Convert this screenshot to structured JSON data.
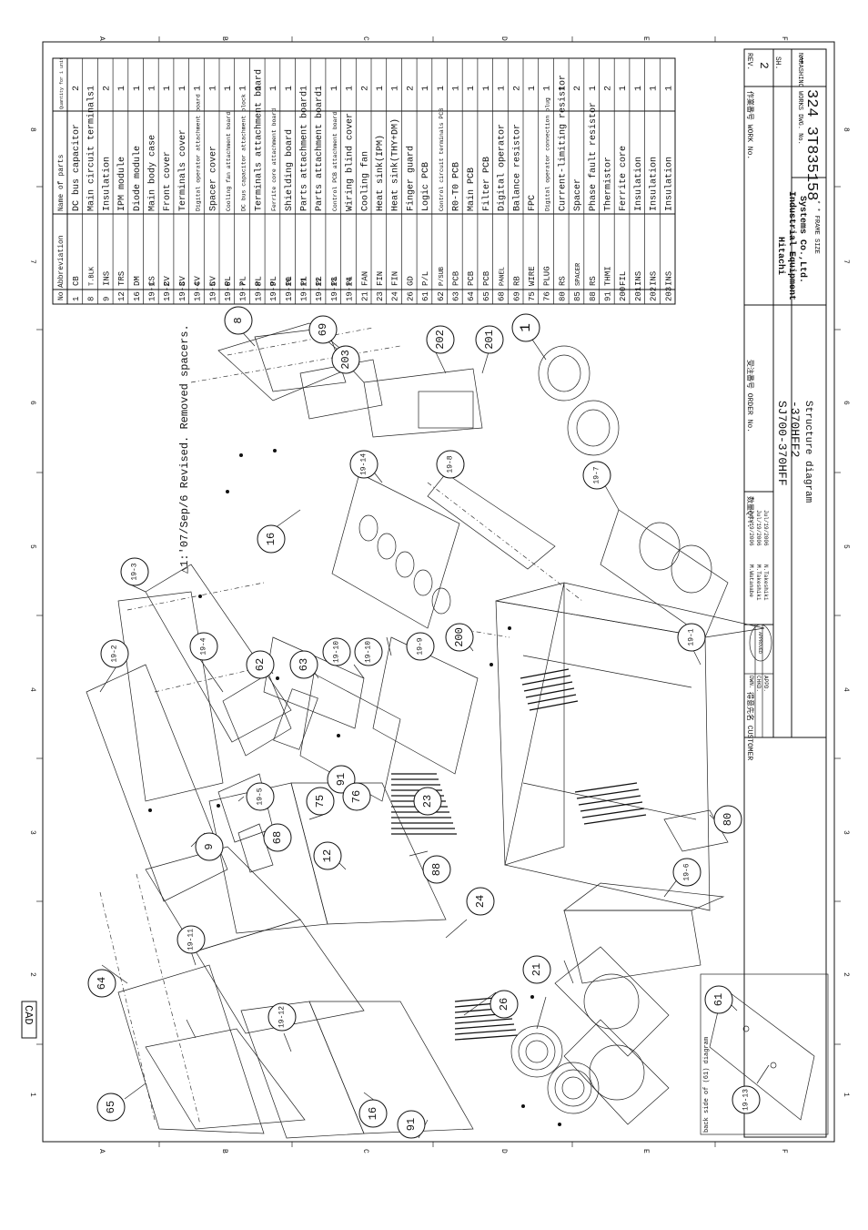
{
  "frame": {
    "columns": [
      "1",
      "2",
      "3",
      "4",
      "5",
      "6",
      "7",
      "8"
    ],
    "rows": [
      "A",
      "B",
      "C",
      "D",
      "E",
      "F"
    ],
    "cad_label": "CAD",
    "frame_size_label": "* * FRAME SIZE"
  },
  "parts_table": {
    "headers": {
      "no": "No.",
      "abbreviation": "Abbreviation",
      "name": "Name of parts",
      "qty": "Quantity for 1 unit"
    },
    "rows": [
      {
        "no": "1",
        "abbr": "CB",
        "name": "DC bus capacitor",
        "qty": "2"
      },
      {
        "no": "8",
        "abbr": "T.BLK",
        "name": "Main circuit terminals",
        "qty": "1"
      },
      {
        "no": "9",
        "abbr": "INS",
        "name": "Insulation",
        "qty": "2"
      },
      {
        "no": "12",
        "abbr": "TRS",
        "name": "IPM module",
        "qty": "1"
      },
      {
        "no": "16",
        "abbr": "DM",
        "name": "Diode module",
        "qty": "1"
      },
      {
        "no": "19-1",
        "abbr": "CS",
        "name": "Main body case",
        "qty": "1"
      },
      {
        "no": "19-2",
        "abbr": "CV",
        "name": "Front cover",
        "qty": "1"
      },
      {
        "no": "19-3",
        "abbr": "CV",
        "name": "Terminals cover",
        "qty": "1"
      },
      {
        "no": "19-4",
        "abbr": "CV",
        "name": "Digital operator attachment board",
        "qty": "1"
      },
      {
        "no": "19-5",
        "abbr": "CV",
        "name": "Spacer cover",
        "qty": "1"
      },
      {
        "no": "19-6",
        "abbr": "PL",
        "name": "Cooling fan attachment board",
        "qty": "1"
      },
      {
        "no": "19-7",
        "abbr": "PL",
        "name": "DC bus capacitor attachment block",
        "qty": "1"
      },
      {
        "no": "19-8",
        "abbr": "PL",
        "name": "Terminals attachment board",
        "qty": "1"
      },
      {
        "no": "19-9",
        "abbr": "PL",
        "name": "Ferrite core attachment board",
        "qty": "1"
      },
      {
        "no": "19-10",
        "abbr": "PL",
        "name": "Shielding board",
        "qty": "1"
      },
      {
        "no": "19-11",
        "abbr": "PL",
        "name": "Parts attachment board",
        "qty": "1"
      },
      {
        "no": "19-12",
        "abbr": "PL",
        "name": "Parts attachment board",
        "qty": "1"
      },
      {
        "no": "19-13",
        "abbr": "PL",
        "name": "Control PCB attachment board",
        "qty": "1"
      },
      {
        "no": "19-14",
        "abbr": "PL",
        "name": "Wiring blind cover",
        "qty": "1"
      },
      {
        "no": "21",
        "abbr": "FAN",
        "name": "Cooling fan",
        "qty": "2"
      },
      {
        "no": "23",
        "abbr": "FIN",
        "name": "Heat sink(IPM)",
        "qty": "1"
      },
      {
        "no": "24",
        "abbr": "FIN",
        "name": "Heat sink(THY+DM)",
        "qty": "1"
      },
      {
        "no": "26",
        "abbr": "GD",
        "name": "Finger guard",
        "qty": "2"
      },
      {
        "no": "61",
        "abbr": "P/L",
        "name": "Logic PCB",
        "qty": "1"
      },
      {
        "no": "62",
        "abbr": "P/SUB",
        "name": "Control circuit terminals PCB",
        "qty": "1"
      },
      {
        "no": "63",
        "abbr": "PCB",
        "name": "R0-T0 PCB",
        "qty": "1"
      },
      {
        "no": "64",
        "abbr": "PCB",
        "name": "Main PCB",
        "qty": "1"
      },
      {
        "no": "65",
        "abbr": "PCB",
        "name": "Filter PCB",
        "qty": "1"
      },
      {
        "no": "68",
        "abbr": "PANEL",
        "name": "Digital operator",
        "qty": "1"
      },
      {
        "no": "69",
        "abbr": "RB",
        "name": "Balance resistor",
        "qty": "2"
      },
      {
        "no": "75",
        "abbr": "WIRE",
        "name": "FPC",
        "qty": "1"
      },
      {
        "no": "76",
        "abbr": "PLUG",
        "name": "Digital operator connection plug",
        "qty": "1"
      },
      {
        "no": "80",
        "abbr": "RS",
        "name": "Current-limiting resistor",
        "qty": "1"
      },
      {
        "no": "85",
        "abbr": "SPACER",
        "name": "Spacer",
        "qty": "2"
      },
      {
        "no": "88",
        "abbr": "RS",
        "name": "Phase fault resistor",
        "qty": "1"
      },
      {
        "no": "91",
        "abbr": "THMI",
        "name": "Thermistor",
        "qty": "2"
      },
      {
        "no": "200",
        "abbr": "FIL",
        "name": "Ferrite core",
        "qty": "1"
      },
      {
        "no": "201",
        "abbr": "INS",
        "name": "Insulation",
        "qty": "1"
      },
      {
        "no": "202",
        "abbr": "INS",
        "name": "Insulation",
        "qty": "1"
      },
      {
        "no": "203",
        "abbr": "INS",
        "name": "Insulation",
        "qty": "1"
      }
    ]
  },
  "revision_note": "△1:'07/Sep/6 Revised. Removed spacers.",
  "back_side_note": "back side of (61) diagram",
  "title_block": {
    "customer_label": "得意先名 CUSTOMER",
    "qty_label": "数量QTY.",
    "order_label": "受注番号 ORDER No.",
    "work_label": "作業番号 WORK No.",
    "rev_label": "REV.",
    "rev_value": "2",
    "sh_label": "SH.",
    "sh_value": "—",
    "approved_stamp": "APPROVED",
    "dwn_label": "DWN.",
    "dwn_name": "M.Watanabe",
    "dwn_date": "Jul/19/2006",
    "chkd_label": "CHKD.",
    "chkd_name": "M.Takeshiki",
    "chkd_date": "Jul/19/2006",
    "appd_label": "APPD.",
    "appd_name": "N.Takeshiki",
    "appd_date": "Jul/19/2006",
    "model_line1": "SJ700-370HFF",
    "model_line2": "-370HFF2",
    "drawing_title": "Structure diagram",
    "company_line1": "Hitachi",
    "company_line2": "Industrial Equipment",
    "company_line3": "Systems Co.,Ltd.",
    "works_label": "NARASHINO WORKS DWG. No.",
    "dwg_number": "324 3T835158"
  },
  "callouts": [
    {
      "id": "65",
      "label": "65"
    },
    {
      "id": "64",
      "label": "64"
    },
    {
      "id": "19-11",
      "label": "19-11"
    },
    {
      "id": "19-12",
      "label": "19-12"
    },
    {
      "id": "16a",
      "label": "16"
    },
    {
      "id": "91a",
      "label": "91"
    },
    {
      "id": "24",
      "label": "24"
    },
    {
      "id": "26",
      "label": "26"
    },
    {
      "id": "21",
      "label": "21"
    },
    {
      "id": "61",
      "label": "61"
    },
    {
      "id": "19-13",
      "label": "19-13"
    },
    {
      "id": "9",
      "label": "9"
    },
    {
      "id": "12",
      "label": "12"
    },
    {
      "id": "91b",
      "label": "91"
    },
    {
      "id": "88",
      "label": "88"
    },
    {
      "id": "23",
      "label": "23"
    },
    {
      "id": "19-6",
      "label": "19-6"
    },
    {
      "id": "68",
      "label": "68"
    },
    {
      "id": "19-5",
      "label": "19-5"
    },
    {
      "id": "76",
      "label": "76"
    },
    {
      "id": "75",
      "label": "75"
    },
    {
      "id": "19-2",
      "label": "19-2"
    },
    {
      "id": "19-4",
      "label": "19-4"
    },
    {
      "id": "62",
      "label": "62"
    },
    {
      "id": "63",
      "label": "63"
    },
    {
      "id": "19-10a",
      "label": "19-10"
    },
    {
      "id": "19-10b",
      "label": "19-10"
    },
    {
      "id": "19-9",
      "label": "19-9"
    },
    {
      "id": "200",
      "label": "200"
    },
    {
      "id": "19-3",
      "label": "19-3"
    },
    {
      "id": "80",
      "label": "80"
    },
    {
      "id": "19-1",
      "label": "19-1"
    },
    {
      "id": "16b",
      "label": "16"
    },
    {
      "id": "19-14",
      "label": "19-14"
    },
    {
      "id": "19-8",
      "label": "19-8"
    },
    {
      "id": "19-7",
      "label": "19-7"
    },
    {
      "id": "8",
      "label": "8"
    },
    {
      "id": "69",
      "label": "69"
    },
    {
      "id": "203",
      "label": "203"
    },
    {
      "id": "202",
      "label": "202"
    },
    {
      "id": "201",
      "label": "201"
    },
    {
      "id": "1",
      "label": "1"
    }
  ]
}
